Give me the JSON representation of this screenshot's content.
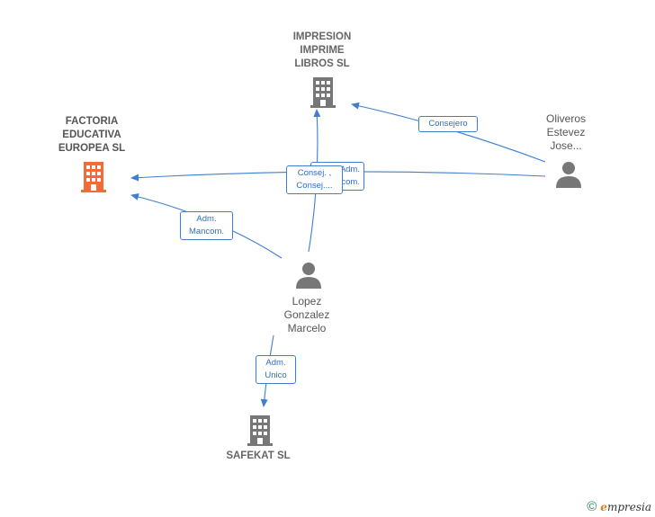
{
  "colors": {
    "edge": "#3f7fd0",
    "building_main": "#f26b3a",
    "building": "#777777",
    "person": "#777777"
  },
  "nodes": {
    "impresion": {
      "lines": [
        "IMPRESION",
        "IMPRIME",
        "LIBROS  SL"
      ],
      "icon": "building-icon"
    },
    "factoria": {
      "lines": [
        "FACTORIA",
        "EDUCATIVA",
        "EUROPEA  SL"
      ],
      "icon": "building-icon"
    },
    "oliveros": {
      "lines": [
        "Oliveros",
        "Estevez",
        "Jose..."
      ],
      "icon": "person-icon"
    },
    "lopez": {
      "lines": [
        "Lopez",
        "Gonzalez",
        "Marcelo"
      ],
      "icon": "person-icon"
    },
    "safekat": {
      "lines": [
        "SAFEKAT SL"
      ],
      "icon": "building-icon"
    }
  },
  "edge_labels": {
    "consejero": [
      "Consejero"
    ],
    "adm_mancom_hidden": [
      "Adm.",
      "Mancom."
    ],
    "consej": [
      "Consej. ,",
      "Consej...."
    ],
    "adm_mancom": [
      "Adm.",
      "Mancom."
    ],
    "adm_unico": [
      "Adm.",
      "Unico"
    ]
  },
  "footer": {
    "copyright": "©",
    "brand_initial": "e",
    "brand_rest": "mpresia"
  }
}
